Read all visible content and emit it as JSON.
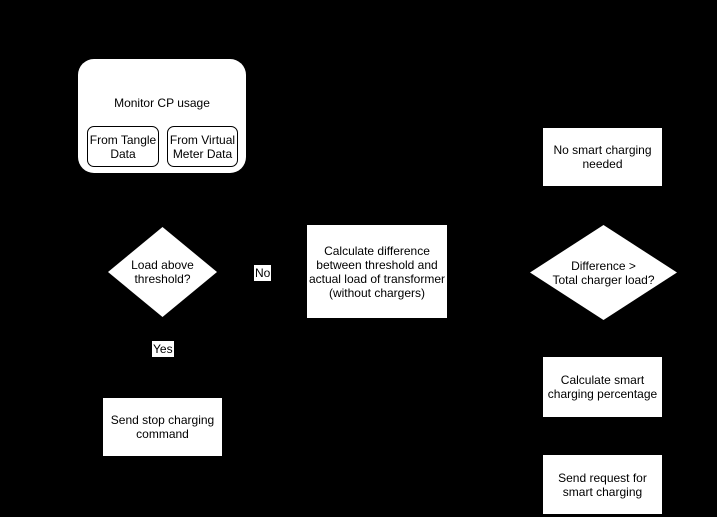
{
  "canvas": {
    "background_color": "#000000",
    "node_fill_color": "#ffffff",
    "node_text_color": "#000000",
    "node_border_color": "#000000"
  },
  "flowchart": {
    "monitor": {
      "title": "Monitor CP usage",
      "sources": [
        {
          "label": "From Tangle\nData"
        },
        {
          "label": "From Virtual\nMeter Data"
        }
      ]
    },
    "decisions": {
      "load_above_threshold": {
        "label": "Load above\nthreshold?"
      },
      "difference_gt_total_charger_load": {
        "label": "Difference >\nTotal charger load?"
      }
    },
    "processes": {
      "calc_difference": {
        "label": "Calculate difference\nbetween threshold and\nactual load of transformer\n(without chargers)"
      },
      "no_smart_charging": {
        "label": "No smart charging\nneeded"
      },
      "calc_smart_pct": {
        "label": "Calculate smart\ncharging percentage"
      },
      "send_request": {
        "label": "Send request for\nsmart charging"
      },
      "send_stop": {
        "label": "Send stop charging\ncommand"
      }
    },
    "edge_labels": {
      "no": "No",
      "yes": "Yes"
    }
  }
}
